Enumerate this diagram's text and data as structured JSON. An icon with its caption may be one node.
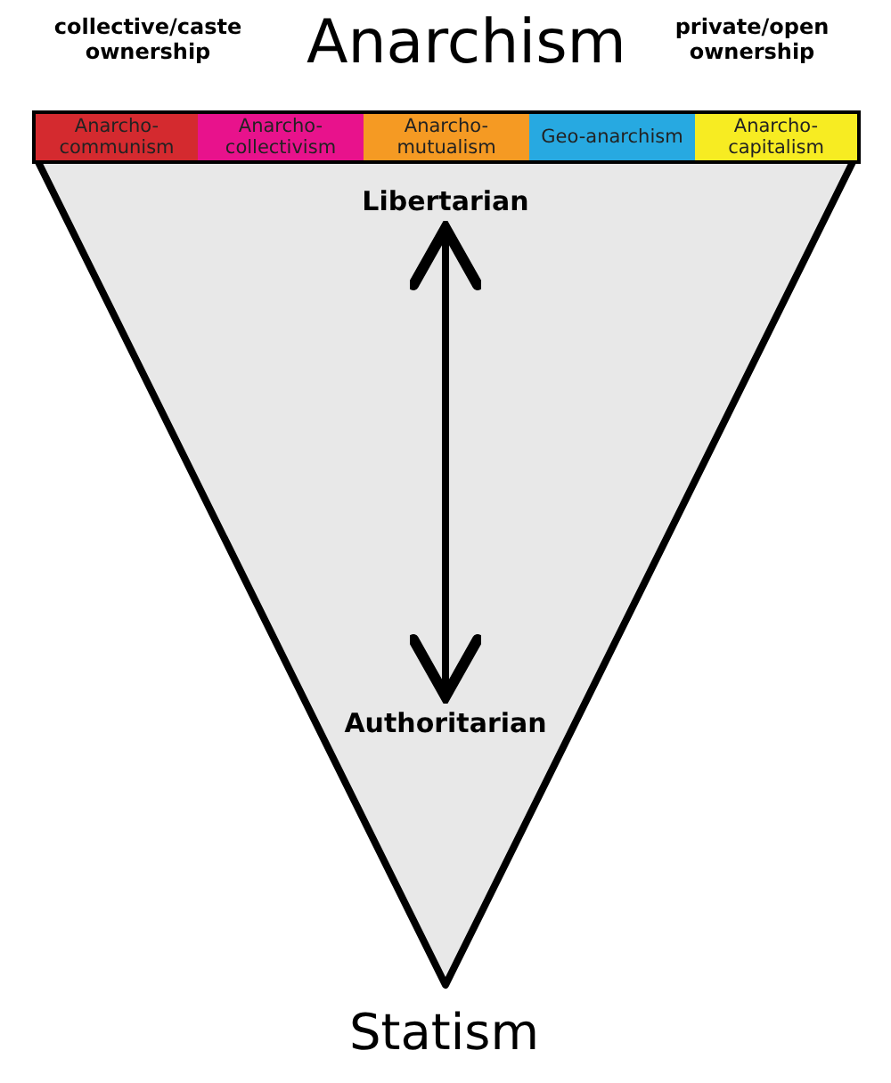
{
  "diagram": {
    "title": "Anarchism",
    "caption": "Statism",
    "nodes": [
      {
        "text": [],
        "shape": "triangle"
      },
      {
        "text": [
          "Libertarian"
        ],
        "in": 0
      },
      {
        "text": [
          "Authoritarian"
        ],
        "in": 0
      },
      {
        "text": [
          "Anarcho-communism"
        ]
      },
      {
        "text": [
          "Anarcho-collectivism"
        ]
      },
      {
        "text": [
          "Anarcho-mutualism"
        ]
      },
      {
        "text": [
          "Geo-anarchism"
        ]
      },
      {
        "text": [
          "Anarcho-capitalism"
        ]
      }
    ],
    "edges": [
      {
        "from": 1,
        "to": 2,
        "arrow": "both"
      }
    ],
    "labels": [
      "collective/caste ownership",
      "private/open ownership"
    ]
  }
}
